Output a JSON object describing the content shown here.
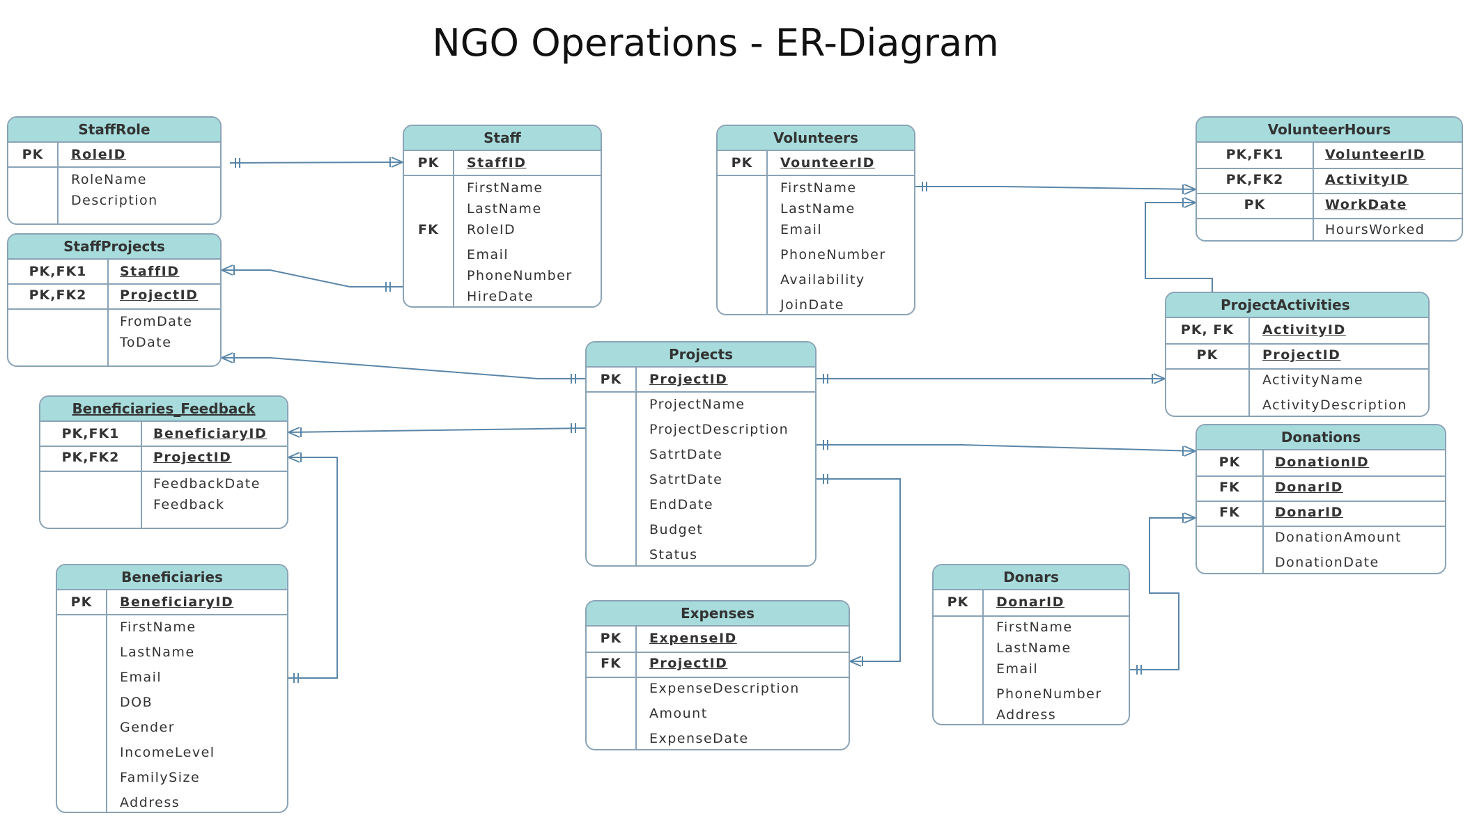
{
  "title": "NGO Operations - ER-Diagram",
  "entities": {
    "staff_role": {
      "name": "StaffRole",
      "rows": [
        {
          "key": "PK",
          "attrs": [
            "RoleID"
          ],
          "pk": true
        },
        {
          "key": "",
          "attrs": [
            "RoleName",
            "Description"
          ],
          "pk": false
        }
      ]
    },
    "staff": {
      "name": "Staff",
      "rows": [
        {
          "key": "PK",
          "attrs": [
            "StaffID"
          ],
          "pk": true
        },
        {
          "key": "",
          "attrs": [
            "FirstName",
            "LastName"
          ],
          "pk": false
        },
        {
          "key": "FK",
          "attrs": [
            "RoleID"
          ],
          "pk": false
        },
        {
          "key": "",
          "attrs": [
            "Email",
            "PhoneNumber",
            "HireDate"
          ],
          "pk": false
        }
      ]
    },
    "volunteers": {
      "name": "Volunteers",
      "rows": [
        {
          "key": "PK",
          "attrs": [
            "VounteerID"
          ],
          "pk": true
        },
        {
          "key": "",
          "attrs": [
            "FirstName",
            "LastName",
            "Email",
            "PhoneNumber",
            "Availability",
            "JoinDate"
          ],
          "pk": false
        }
      ]
    },
    "volunteer_hours": {
      "name": "VolunteerHours",
      "rows": [
        {
          "key": "PK,FK1",
          "attrs": [
            "VolunteerID"
          ],
          "pk": true
        },
        {
          "key": "PK,FK2",
          "attrs": [
            "ActivityID"
          ],
          "pk": true
        },
        {
          "key": "PK",
          "attrs": [
            "WorkDate"
          ],
          "pk": true
        },
        {
          "key": "",
          "attrs": [
            "HoursWorked"
          ],
          "pk": false
        }
      ]
    },
    "staff_projects": {
      "name": "StaffProjects",
      "rows": [
        {
          "key": "PK,FK1",
          "attrs": [
            "StaffID"
          ],
          "pk": true
        },
        {
          "key": "PK,FK2",
          "attrs": [
            "ProjectID"
          ],
          "pk": true
        },
        {
          "key": "",
          "attrs": [
            "FromDate",
            "ToDate"
          ],
          "pk": false
        }
      ]
    },
    "project_activities": {
      "name": "ProjectActivities",
      "rows": [
        {
          "key": "PK, FK",
          "attrs": [
            "ActivityID"
          ],
          "pk": true
        },
        {
          "key": "PK",
          "attrs": [
            "ProjectID"
          ],
          "pk": true
        },
        {
          "key": "",
          "attrs": [
            "ActivityName",
            "ActivityDescription"
          ],
          "pk": false
        }
      ]
    },
    "projects": {
      "name": "Projects",
      "rows": [
        {
          "key": "PK",
          "attrs": [
            "ProjectID"
          ],
          "pk": true
        },
        {
          "key": "",
          "attrs": [
            "ProjectName",
            "ProjectDescription",
            "SatrtDate",
            "SatrtDate",
            "EndDate",
            "Budget",
            "Status"
          ],
          "pk": false
        }
      ]
    },
    "beneficiaries_feedback": {
      "name": "Beneficiaries_Feedback",
      "rows": [
        {
          "key": "PK,FK1",
          "attrs": [
            "BeneficiaryID"
          ],
          "pk": true
        },
        {
          "key": "PK,FK2",
          "attrs": [
            "ProjectID"
          ],
          "pk": true
        },
        {
          "key": "",
          "attrs": [
            "FeedbackDate",
            "Feedback"
          ],
          "pk": false
        }
      ]
    },
    "donations": {
      "name": "Donations",
      "rows": [
        {
          "key": "PK",
          "attrs": [
            "DonationID"
          ],
          "pk": true
        },
        {
          "key": "FK",
          "attrs": [
            "DonarID"
          ],
          "pk": true
        },
        {
          "key": "FK",
          "attrs": [
            "DonarID"
          ],
          "pk": true
        },
        {
          "key": "",
          "attrs": [
            "DonationAmount",
            "DonationDate"
          ],
          "pk": false
        }
      ]
    },
    "beneficiaries": {
      "name": "Beneficiaries",
      "rows": [
        {
          "key": "PK",
          "attrs": [
            "BeneficiaryID"
          ],
          "pk": true
        },
        {
          "key": "",
          "attrs": [
            "FirstName",
            "LastName",
            "Email",
            "DOB",
            "Gender",
            "IncomeLevel",
            "FamilySize",
            "Address"
          ],
          "pk": false
        }
      ]
    },
    "expenses": {
      "name": "Expenses",
      "rows": [
        {
          "key": "PK",
          "attrs": [
            "ExpenseID"
          ],
          "pk": true
        },
        {
          "key": "FK",
          "attrs": [
            "ProjectID"
          ],
          "pk": true
        },
        {
          "key": "",
          "attrs": [
            "ExpenseDescription",
            "Amount",
            "ExpenseDate"
          ],
          "pk": false
        }
      ]
    },
    "donars": {
      "name": "Donars",
      "rows": [
        {
          "key": "PK",
          "attrs": [
            "DonarID"
          ],
          "pk": true
        },
        {
          "key": "",
          "attrs": [
            "FirstName",
            "LastName",
            "Email",
            "PhoneNumber",
            "Address"
          ],
          "pk": false
        }
      ]
    }
  }
}
